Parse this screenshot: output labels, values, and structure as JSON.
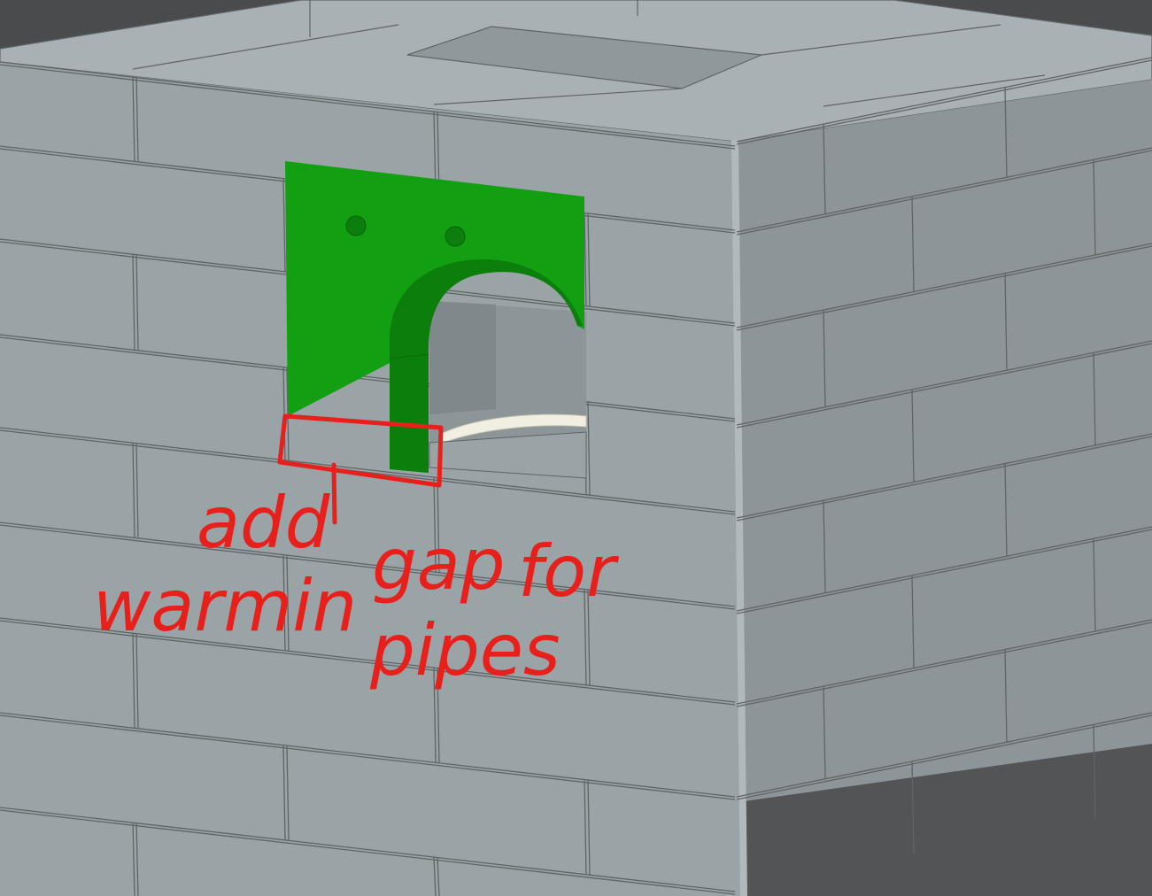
{
  "viewport": {
    "background": "#4a4b4d",
    "brick_front_color": "#9aa3a6",
    "brick_side_color": "#8d9598",
    "brick_top_color": "#a9b1b4",
    "mortar_color": "#5f6567",
    "part_color": "#12a012",
    "part_shade_color": "#0c7e0c",
    "pipe_color": "#f1efe2"
  },
  "annotation": {
    "color": "#e8201c",
    "line1_word1": "add",
    "line1_word2": "gap",
    "line1_word3": "for",
    "line2_word1": "warmin",
    "line2_word2": "pipes"
  }
}
